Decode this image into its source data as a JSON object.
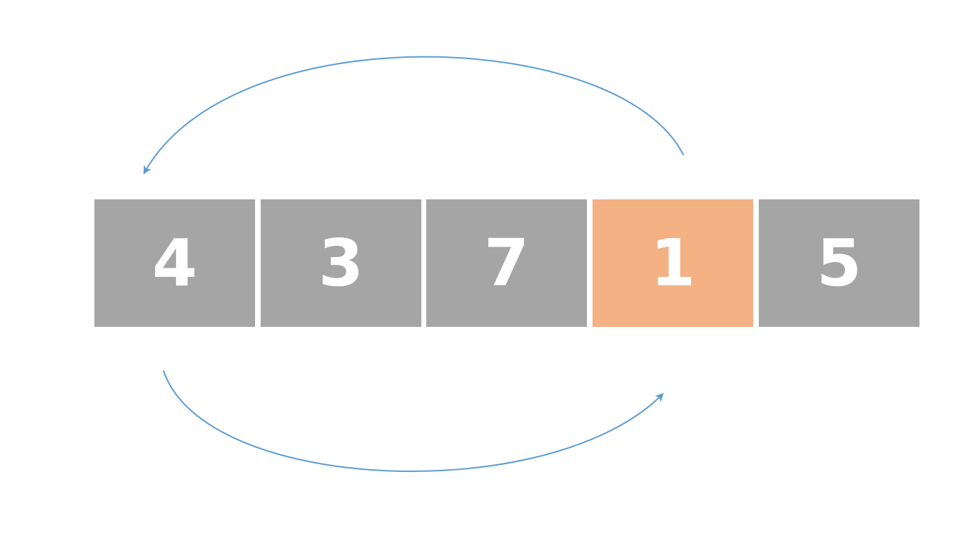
{
  "diagram": {
    "description": "Array swap illustration",
    "colors": {
      "default_cell": "#a5a5a5",
      "highlight_cell": "#f4b183",
      "arrow": "#5b9bd5",
      "text": "#ffffff"
    },
    "cells": [
      {
        "value": "4",
        "highlighted": false
      },
      {
        "value": "3",
        "highlighted": false
      },
      {
        "value": "7",
        "highlighted": false
      },
      {
        "value": "1",
        "highlighted": true
      },
      {
        "value": "5",
        "highlighted": false
      }
    ],
    "arrows": [
      {
        "from_index": 3,
        "to_index": 0,
        "path": "above"
      },
      {
        "from_index": 0,
        "to_index": 3,
        "path": "below"
      }
    ]
  }
}
